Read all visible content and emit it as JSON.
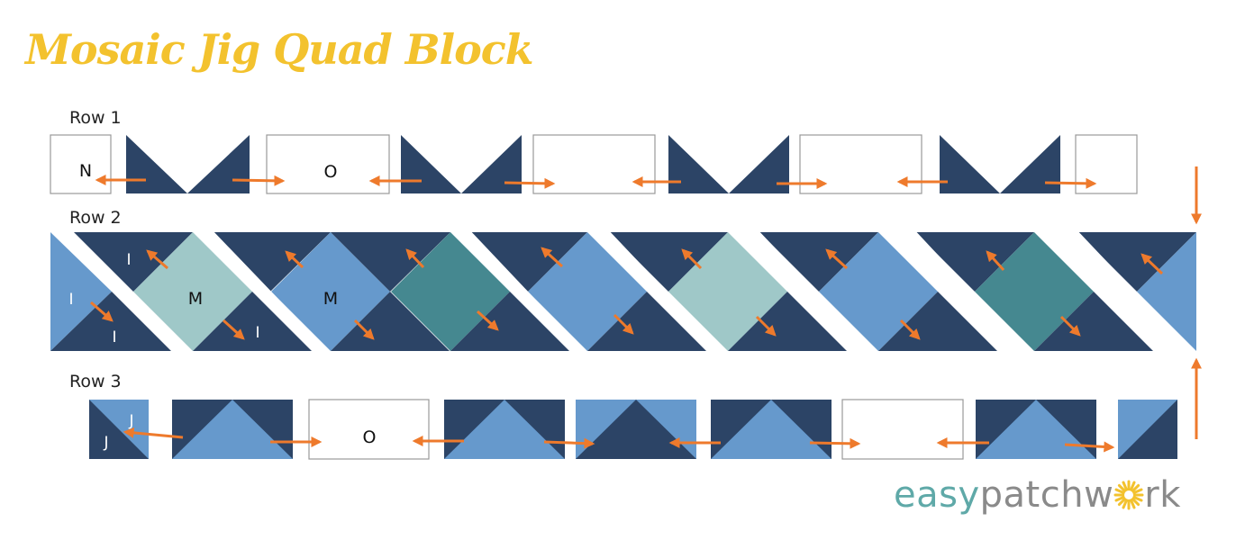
{
  "title": "Mosaic Jig Quad Block",
  "colors": {
    "navy": "#2c4466",
    "blue": "#6699cc",
    "aqua": "#9fc8c8",
    "teal": "#458890",
    "arrow": "#ee7a2c",
    "title_yellow": "#f3c22e"
  },
  "rows": [
    {
      "label": "Row 1"
    },
    {
      "label": "Row 2"
    },
    {
      "label": "Row 3"
    }
  ],
  "piece_labels": {
    "n": "N",
    "o1": "O",
    "i1": "I",
    "i2": "I",
    "i3": "I",
    "i4": "I",
    "m1": "M",
    "m2": "M",
    "j1": "J",
    "j2": "J",
    "o2": "O"
  },
  "brand": {
    "part1": "easy",
    "part2": "patchw",
    "flower": "daisy-icon",
    "part3": "rk"
  }
}
